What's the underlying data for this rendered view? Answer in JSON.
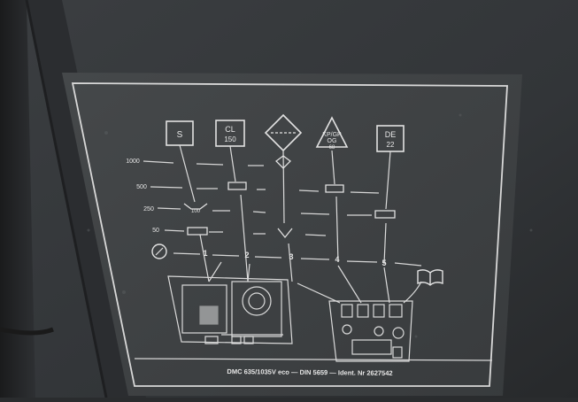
{
  "photo": {
    "description_colors": {
      "cabinet": "#34373a",
      "panel": "#3d4042",
      "line": "#dcdcdc"
    }
  },
  "plate": {
    "top_boxes": [
      {
        "id": "s",
        "label": "S"
      },
      {
        "id": "cl",
        "label": "CL",
        "sub": "150"
      },
      {
        "id": "kp",
        "label": "KP/GP",
        "sub": "OG",
        "sub2": "68"
      },
      {
        "id": "de",
        "label": "DE",
        "sub": "22"
      }
    ],
    "scale_labels": [
      "1000",
      "500",
      "250",
      "50"
    ],
    "station_numbers": [
      "1",
      "2",
      "3",
      "4",
      "5"
    ],
    "cup_label": "100",
    "footer": "DMC 635/1035V eco — DIN 5659 — Ident. Nr 2627542"
  }
}
